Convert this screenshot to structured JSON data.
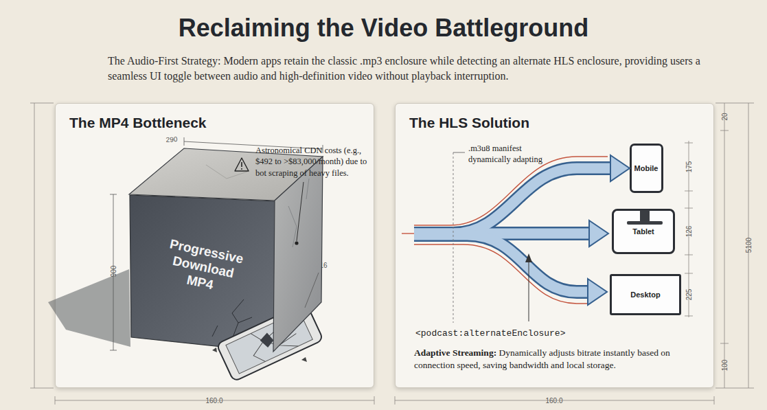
{
  "diagram": {
    "title": "Reclaiming the Video Battleground",
    "nodes": [
      {
        "text": [
          "The MP4 Bottleneck"
        ]
      },
      {
        "text": [
          "Progressive Download MP4"
        ],
        "in": 0
      },
      {
        "text": [
          "The HLS Solution"
        ]
      },
      {
        "text": [
          "Mobile"
        ],
        "in": 2
      },
      {
        "text": [
          "Tablet"
        ],
        "in": 2
      },
      {
        "text": [
          "Desktop"
        ],
        "in": 2
      }
    ],
    "labels": [
      "The Audio-First Strategy: Modern apps retain the classic .mp3 enclosure while detecting an alternate HLS enclosure, providing users a seamless UI toggle between audio and high-definition video without playback interruption.",
      "Astronomical CDN costs (e.g., $492 to >$83,000/month) due to bot scraping of heavy files.",
      "290",
      "900",
      "16",
      "160.0",
      ".m3u8 manifest dynamically adapting",
      "<podcast:alternateEnclosure>",
      "Adaptive Streaming:",
      "Dynamically adjusts bitrate instantly based on connection speed, saving bandwidth and local storage.",
      "20",
      "175",
      "126",
      "225",
      "100",
      "5100",
      "160.0"
    ]
  }
}
